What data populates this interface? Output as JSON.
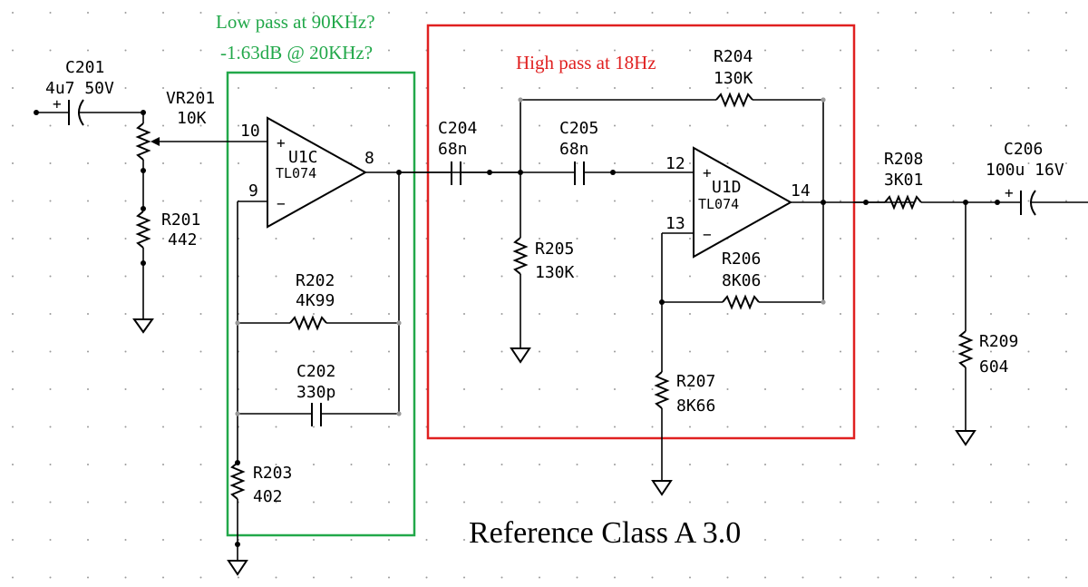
{
  "title": "Reference Class A 3.0",
  "annotations": {
    "lowpass": {
      "line1": "Low pass at 90KHz?",
      "line2": "-1.63dB @ 20KHz?",
      "color": "#22a84a"
    },
    "highpass": {
      "text": "High pass at 18Hz",
      "color": "#e02020"
    }
  },
  "components": {
    "c201": {
      "ref": "C201",
      "value": "4u7 50V"
    },
    "vr201": {
      "ref": "VR201",
      "value": "10K"
    },
    "r201": {
      "ref": "R201",
      "value": "442"
    },
    "u1c": {
      "ref": "U1C",
      "part": "TL074",
      "pin_in_plus": "10",
      "pin_in_minus": "9",
      "pin_out": "8"
    },
    "r202": {
      "ref": "R202",
      "value": "4K99"
    },
    "c202": {
      "ref": "C202",
      "value": "330p"
    },
    "r203": {
      "ref": "R203",
      "value": "402"
    },
    "c204": {
      "ref": "C204",
      "value": "68n"
    },
    "c205": {
      "ref": "C205",
      "value": "68n"
    },
    "r204": {
      "ref": "R204",
      "value": "130K"
    },
    "r205": {
      "ref": "R205",
      "value": "130K"
    },
    "u1d": {
      "ref": "U1D",
      "part": "TL074",
      "pin_in_plus": "12",
      "pin_in_minus": "13",
      "pin_out": "14"
    },
    "r206": {
      "ref": "R206",
      "value": "8K06"
    },
    "r207": {
      "ref": "R207",
      "value": "8K66"
    },
    "r208": {
      "ref": "R208",
      "value": "3K01"
    },
    "c206": {
      "ref": "C206",
      "value": "100u 16V"
    },
    "r209": {
      "ref": "R209",
      "value": "604"
    }
  },
  "symbols": {
    "plus": "+",
    "minus": "−"
  }
}
